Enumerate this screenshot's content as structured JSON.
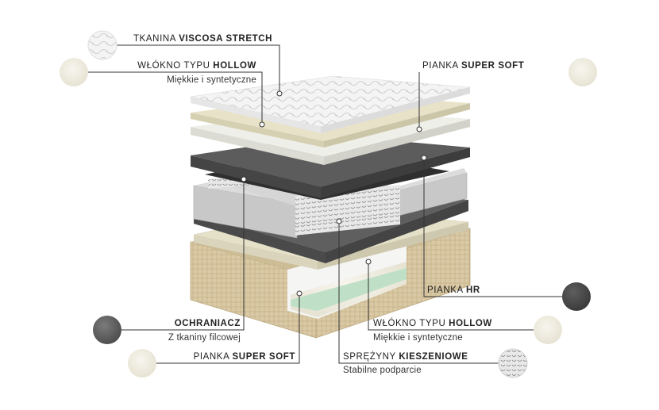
{
  "callouts": {
    "tkanina": {
      "prefix": "TKANINA ",
      "bold": "VISCOSA STRETCH",
      "sub": ""
    },
    "hollow_top": {
      "prefix": "WŁÓKNO TYPU ",
      "bold": "HOLLOW",
      "sub": "Miękkie i syntetyczne"
    },
    "super_soft_top": {
      "prefix": "PIANKA ",
      "bold": "SUPER SOFT",
      "sub": ""
    },
    "hr": {
      "prefix": "PIANKA ",
      "bold": "HR",
      "sub": ""
    },
    "ochraniacz": {
      "prefix": "",
      "bold": "OCHRANIACZ",
      "sub": "Z tkaniny filcowej"
    },
    "hollow_bottom": {
      "prefix": "WŁÓKNO TYPU ",
      "bold": "HOLLOW",
      "sub": "Miękkie i syntetyczne"
    },
    "super_soft_bottom": {
      "prefix": "PIANKA ",
      "bold": "SUPER SOFT",
      "sub": ""
    },
    "sprezyny": {
      "prefix": "SPRĘŻYNY ",
      "bold": "KIESZENIOWE",
      "sub": "Stabilne podparcie"
    }
  },
  "colors": {
    "quilt": "#f2f2f2",
    "hollow": "#e6e1c9",
    "super_soft": "#ededea",
    "hr_foam": "#5a5a5a",
    "felt": "#6a6a6a",
    "springs_frame": "#bdbdbd",
    "green_foam": "#bfe0c6",
    "jute": "#d8c8a4",
    "line": "#333333"
  },
  "swatches": {
    "tkanina": "quilted-fabric-icon",
    "hollow_top": "cream-fiber-icon",
    "super_soft_top": "cream-foam-icon",
    "hr": "dark-foam-icon",
    "ochraniacz": "felt-icon",
    "hollow_bottom": "cream-fiber-icon",
    "super_soft_bottom": "cream-foam-icon",
    "sprezyny": "pocket-spring-icon"
  }
}
